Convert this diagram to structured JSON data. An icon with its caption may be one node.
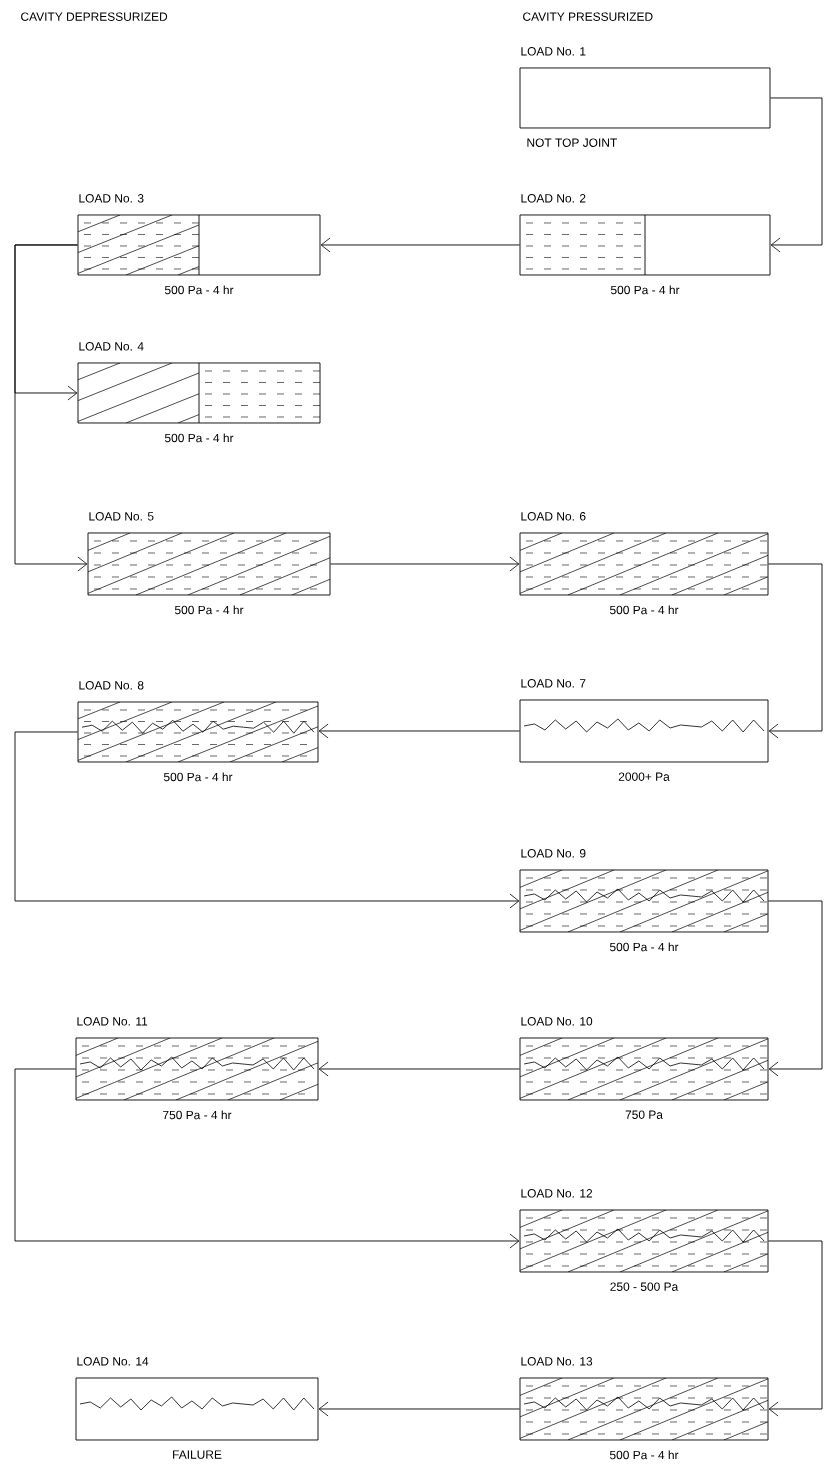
{
  "diagram": {
    "nodes": [
      {
        "text": [
          "LOAD No. 1"
        ],
        "beside": [
          "NOT TOP JOINT"
        ]
      },
      {
        "text": [
          "LOAD No. 3"
        ],
        "beside": [
          "500 Pa - 4 hr"
        ]
      },
      {
        "text": [
          "LOAD No. 2"
        ],
        "beside": [
          "500 Pa - 4 hr"
        ]
      },
      {
        "text": [
          "LOAD No. 4"
        ],
        "beside": [
          "500 Pa - 4 hr"
        ]
      },
      {
        "text": [
          "LOAD No. 5"
        ],
        "beside": [
          "500 Pa - 4 hr"
        ]
      },
      {
        "text": [
          "LOAD No. 6"
        ],
        "beside": [
          "500 Pa - 4 hr"
        ]
      },
      {
        "text": [
          "LOAD No. 8"
        ],
        "beside": [
          "500 Pa - 4 hr"
        ]
      },
      {
        "text": [
          "LOAD No. 7"
        ],
        "beside": [
          "2000+ Pa"
        ]
      },
      {
        "text": [
          "LOAD No. 9"
        ],
        "beside": [
          "500 Pa - 4 hr"
        ]
      },
      {
        "text": [
          "LOAD No. 11"
        ],
        "beside": [
          "750 Pa - 4 hr"
        ]
      },
      {
        "text": [
          "LOAD No. 10"
        ],
        "beside": [
          "750 Pa"
        ]
      },
      {
        "text": [
          "LOAD No. 12"
        ],
        "beside": [
          "250 - 500 Pa"
        ]
      },
      {
        "text": [
          "LOAD No. 14"
        ],
        "beside": [
          "FAILURE"
        ]
      },
      {
        "text": [
          "LOAD No. 13"
        ],
        "beside": [
          "500 Pa - 4 hr"
        ]
      }
    ],
    "edges": [
      {
        "from": 0,
        "to": 2,
        "arrow": "to"
      },
      {
        "from": 2,
        "to": 1,
        "arrow": "to"
      },
      {
        "from": 1,
        "to": 3,
        "arrow": "to"
      },
      {
        "from": 1,
        "to": 4,
        "arrow": "to"
      },
      {
        "from": 4,
        "to": 5,
        "arrow": "to"
      },
      {
        "from": 5,
        "to": 7,
        "arrow": "to"
      },
      {
        "from": 7,
        "to": 6,
        "arrow": "to"
      },
      {
        "from": 6,
        "to": 8,
        "arrow": "to"
      },
      {
        "from": 8,
        "to": 10,
        "arrow": "to"
      },
      {
        "from": 10,
        "to": 9,
        "arrow": "to"
      },
      {
        "from": 9,
        "to": 11,
        "arrow": "to"
      },
      {
        "from": 11,
        "to": 13,
        "arrow": "to"
      },
      {
        "from": 13,
        "to": 12,
        "arrow": "to"
      }
    ],
    "labels": [
      "CAVITY DEPRESSURIZED",
      "CAVITY PRESSURIZED"
    ]
  }
}
